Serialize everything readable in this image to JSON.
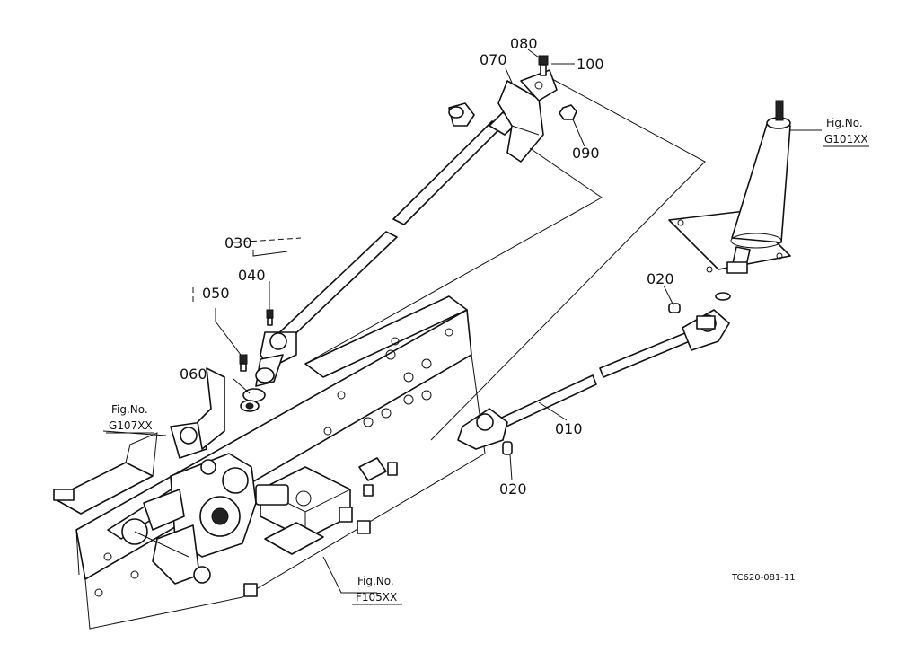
{
  "parts": [
    {
      "id": "p010",
      "label": "010"
    },
    {
      "id": "p020a",
      "label": "020"
    },
    {
      "id": "p020b",
      "label": "020"
    },
    {
      "id": "p030",
      "label": "030"
    },
    {
      "id": "p040",
      "label": "040"
    },
    {
      "id": "p050",
      "label": "050"
    },
    {
      "id": "p060",
      "label": "060"
    },
    {
      "id": "p070",
      "label": "070"
    },
    {
      "id": "p080",
      "label": "080"
    },
    {
      "id": "p090",
      "label": "090"
    },
    {
      "id": "p100",
      "label": "100"
    }
  ],
  "figure_refs": [
    {
      "id": "g101",
      "line1": "Fig.No.",
      "line2": "G101XX"
    },
    {
      "id": "g107",
      "line1": "Fig.No.",
      "line2": "G107XX"
    },
    {
      "id": "f105",
      "line1": "Fig.No.",
      "line2": "F105XX"
    }
  ],
  "drawing_code": "TC620-081-11"
}
